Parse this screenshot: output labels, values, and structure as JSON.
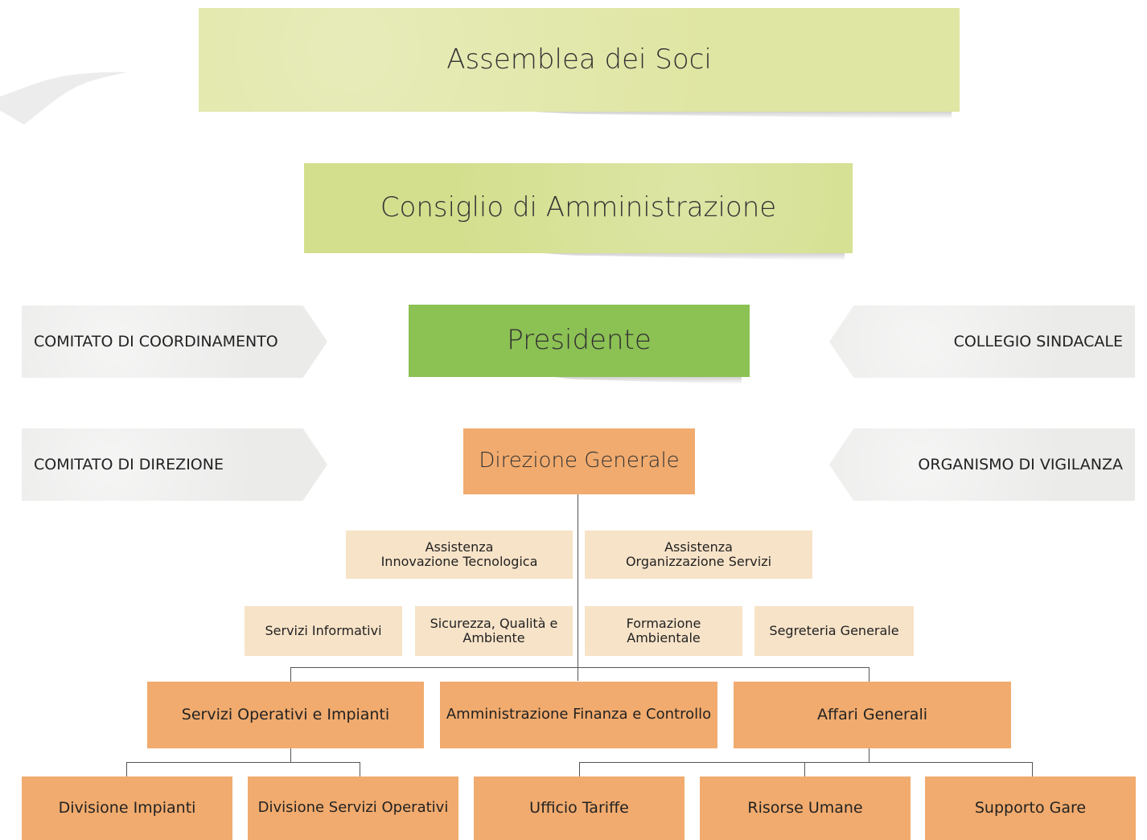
{
  "top": {
    "assembly": "Assemblea dei Soci",
    "board": "Consiglio di Amministrazione",
    "president": "Presidente",
    "general_management": "Direzione Generale"
  },
  "side_committees": {
    "coordination": "COMITATO DI COORDINAMENTO",
    "management": "COMITATO DI DIREZIONE",
    "auditors": "COLLEGIO SINDACALE",
    "supervisory": "ORGANISMO DI VIGILANZA"
  },
  "staff": {
    "tech_innovation": "Assistenza\nInnovazione Tecnologica",
    "org_services": "Assistenza\nOrganizzazione Servizi",
    "it_services": "Servizi Informativi",
    "safety_quality": "Sicurezza, Qualità e\nAmbiente",
    "env_training": "Formazione\nAmbientale",
    "secretariat": "Segreteria Generale"
  },
  "divisions": {
    "ops_plants": "Servizi Operativi e Impianti",
    "finance": "Amministrazione Finanza e Controllo",
    "general_affairs": "Affari Generali"
  },
  "units": {
    "plants_div": "Divisione Impianti",
    "ops_div": "Divisione Servizi Operativi",
    "tariffs": "Ufficio Tariffe",
    "hr": "Risorse Umane",
    "tenders": "Supporto Gare"
  },
  "colors": {
    "green_light": "#dfe5a2",
    "green_dark": "#8cc154",
    "orange": "#f1ab6e",
    "beige": "#f7e3c8",
    "grey": "#ebebea"
  }
}
